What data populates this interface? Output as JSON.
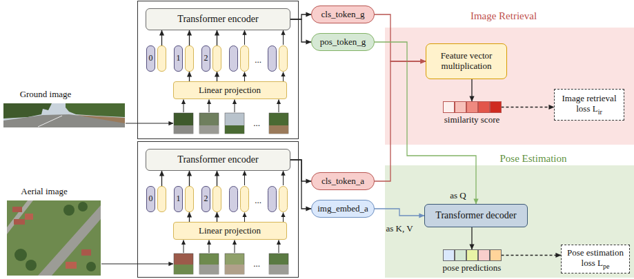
{
  "diagram": {
    "nodes": [
      {
        "text": [
          "Transformer encoder"
        ]
      },
      {
        "text": [
          "0"
        ]
      },
      {
        "text": [
          "1"
        ]
      },
      {
        "text": [
          "2"
        ]
      },
      {
        "text": [
          "Linear projection"
        ]
      },
      {
        "text": [
          "cls_token_g"
        ]
      },
      {
        "text": [
          "pos_token_g"
        ]
      },
      {
        "text": [
          "Image Retrieval"
        ]
      },
      {
        "text": [
          "Feature vector multiplication"
        ],
        "in": 7
      },
      {
        "text": [
          "similarity score"
        ],
        "in": 7
      },
      {
        "text": [
          "Image retrieval loss L",
          "ir"
        ],
        "in": 7
      },
      {
        "text": [
          "Transformer encoder"
        ]
      },
      {
        "text": [
          "0"
        ]
      },
      {
        "text": [
          "1"
        ]
      },
      {
        "text": [
          "2"
        ]
      },
      {
        "text": [
          "Linear projection"
        ]
      },
      {
        "text": [
          "cls_token_a"
        ]
      },
      {
        "text": [
          "img_embed_a"
        ]
      },
      {
        "text": [
          "Pose Estimation"
        ]
      },
      {
        "text": [
          "Transformer decoder"
        ],
        "in": 18
      },
      {
        "text": [
          "pose predictions"
        ],
        "in": 18
      },
      {
        "text": [
          "Pose estimation loss L",
          "pe"
        ],
        "in": 18
      }
    ],
    "edges": [
      {
        "from": 1,
        "to": 0,
        "arrow": "to"
      },
      {
        "from": 2,
        "to": 0,
        "arrow": "to"
      },
      {
        "from": 3,
        "to": 0,
        "arrow": "to"
      },
      {
        "from": 4,
        "to": 2,
        "arrow": "to"
      },
      {
        "from": 4,
        "to": 3,
        "arrow": "to"
      },
      {
        "from": 0,
        "to": 5,
        "arrow": "to"
      },
      {
        "from": 0,
        "to": 6,
        "arrow": "to"
      },
      {
        "from": 5,
        "to": 8,
        "arrow": "to"
      },
      {
        "from": 6,
        "to": 19,
        "label": "as Q",
        "arrow": "to"
      },
      {
        "from": 8,
        "to": 9,
        "arrow": "to"
      },
      {
        "from": 9,
        "to": 10,
        "arrow": "to"
      },
      {
        "from": 12,
        "to": 11,
        "arrow": "to"
      },
      {
        "from": 13,
        "to": 11,
        "arrow": "to"
      },
      {
        "from": 14,
        "to": 11,
        "arrow": "to"
      },
      {
        "from": 15,
        "to": 13,
        "arrow": "to"
      },
      {
        "from": 15,
        "to": 14,
        "arrow": "to"
      },
      {
        "from": 11,
        "to": 16,
        "arrow": "to"
      },
      {
        "from": 11,
        "to": 17,
        "arrow": "to"
      },
      {
        "from": 16,
        "to": 8,
        "arrow": "to"
      },
      {
        "from": 17,
        "to": 19,
        "label": "as K, V",
        "arrow": "to"
      },
      {
        "from": 19,
        "to": 20,
        "arrow": "to"
      },
      {
        "from": 20,
        "to": 21,
        "arrow": "to"
      }
    ],
    "labels": [
      "Ground image",
      "...",
      "...",
      "Aerial image",
      "...",
      "..."
    ]
  }
}
